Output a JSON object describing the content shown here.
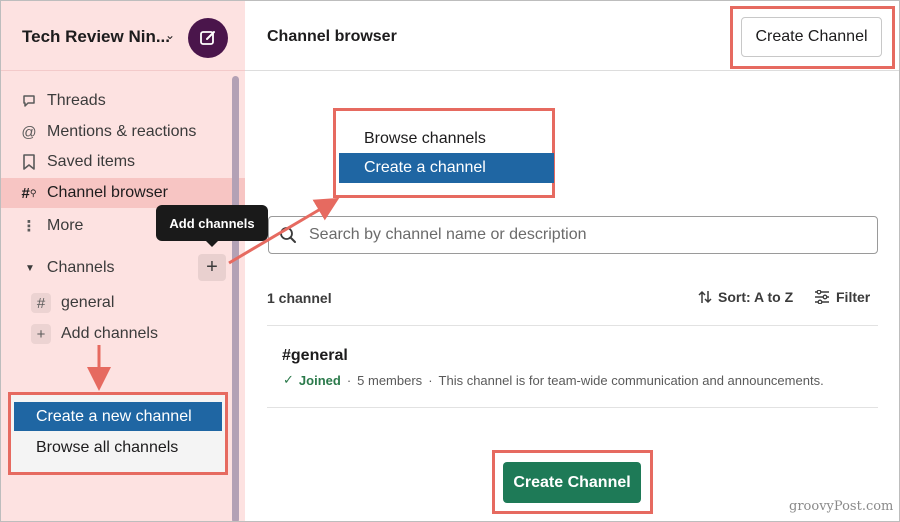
{
  "workspace": {
    "name": "Tech Review Nin...",
    "chevron_icon": "chevron-down-icon"
  },
  "sidebar": {
    "nav": [
      {
        "label": "Threads",
        "icon": "threads-icon"
      },
      {
        "label": "Mentions & reactions",
        "icon": "at-icon"
      },
      {
        "label": "Saved items",
        "icon": "bookmark-icon"
      },
      {
        "label": "Channel browser",
        "icon": "channel-browser-icon",
        "active": true
      },
      {
        "label": "More",
        "icon": "more-vertical-icon"
      }
    ],
    "channels_label": "Channels",
    "add_button_symbol": "+",
    "tooltip": "Add channels",
    "channels": [
      {
        "label": "general",
        "symbol": "#"
      },
      {
        "label": "Add channels",
        "symbol": "+"
      }
    ],
    "popup": {
      "options": [
        {
          "label": "Create a new channel",
          "selected": true
        },
        {
          "label": "Browse all channels",
          "selected": false
        }
      ]
    }
  },
  "main": {
    "title": "Channel browser",
    "create_button": "Create Channel",
    "dropdown": {
      "options": [
        {
          "label": "Browse channels",
          "selected": false
        },
        {
          "label": "Create a channel",
          "selected": true
        }
      ]
    },
    "search": {
      "placeholder": "Search by channel name or description"
    },
    "count": "1 channel",
    "sort_label": "Sort: A to Z",
    "filter_label": "Filter",
    "channel": {
      "name": "#general",
      "status": "Joined",
      "check": "✓",
      "separator": "·",
      "members": "5 members",
      "description": "This channel is for team-wide communication and announcements."
    },
    "bottom_button": "Create Channel"
  },
  "watermark": "groovyPost.com",
  "colors": {
    "sidebar_bg": "#fde2e1",
    "brand_purple": "#4a154b",
    "highlight": "#e66a60",
    "selected_blue": "#1f66a3",
    "green_button": "#1e7a57"
  }
}
